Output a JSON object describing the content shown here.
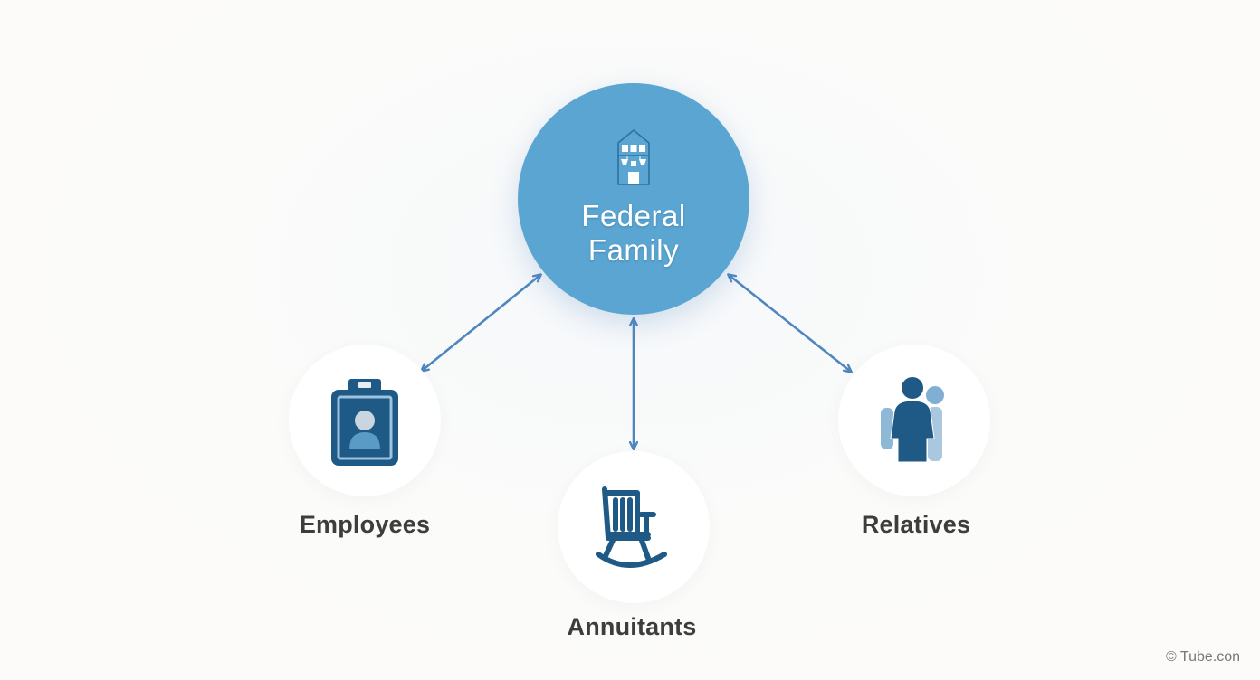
{
  "hub": {
    "title_line1": "Federal",
    "title_line2": "Family",
    "icon": "government-building-icon",
    "color": "#5aa5d1"
  },
  "nodes": [
    {
      "id": "employees",
      "label": "Employees",
      "icon": "id-badge-icon"
    },
    {
      "id": "annuitants",
      "label": "Annuitants",
      "icon": "rocking-chair-icon"
    },
    {
      "id": "relatives",
      "label": "Relatives",
      "icon": "family-people-icon"
    }
  ],
  "connections": [
    {
      "from": "hub",
      "to": "employees",
      "type": "bidirectional-arrow"
    },
    {
      "from": "hub",
      "to": "annuitants",
      "type": "bidirectional-arrow"
    },
    {
      "from": "hub",
      "to": "relatives",
      "type": "bidirectional-arrow"
    }
  ],
  "colors": {
    "background": "#fcfbfa",
    "arrow": "#4f86c0",
    "icon_dark": "#1e5a85",
    "icon_light": "#7fb0d4",
    "label_text": "#3d3d3d"
  },
  "footer": {
    "watermark": "© Tube.con"
  }
}
